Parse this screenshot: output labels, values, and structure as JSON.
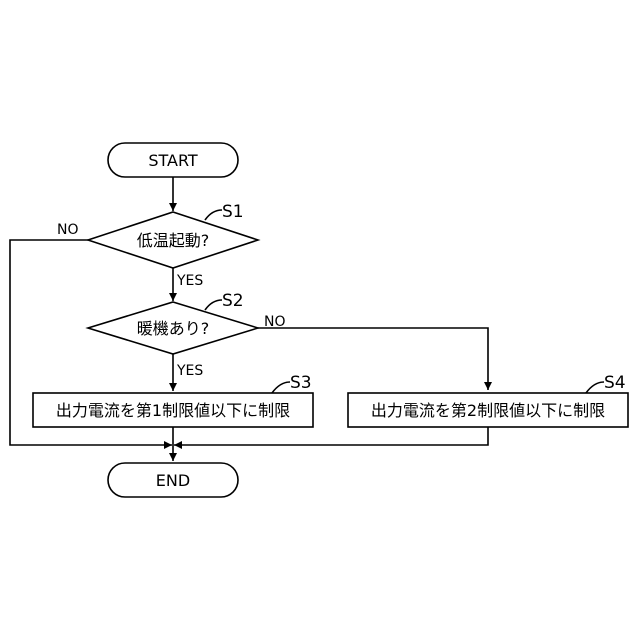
{
  "nodes": {
    "start": "START",
    "end": "END",
    "d1": "低温起動?",
    "d2": "暖機あり?",
    "p1": "出力電流を第1制限値以下に制限",
    "p2": "出力電流を第2制限値以下に制限"
  },
  "steps": {
    "s1": "S1",
    "s2": "S2",
    "s3": "S3",
    "s4": "S4"
  },
  "edges": {
    "d1_no": "NO",
    "d1_yes": "YES",
    "d2_no": "NO",
    "d2_yes": "YES"
  }
}
